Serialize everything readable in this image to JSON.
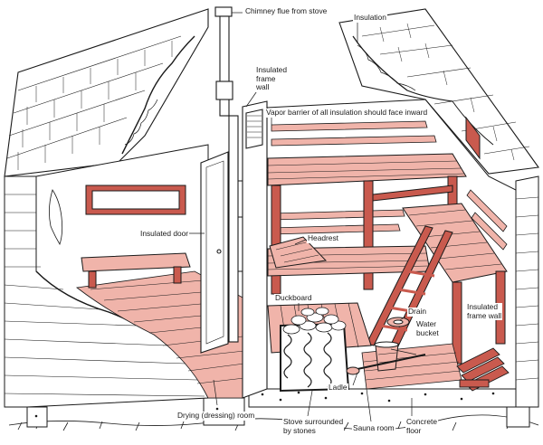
{
  "colors": {
    "wood": "#f0b4aa",
    "wood_dark": "#c95a4e",
    "ink": "#1a1a1a",
    "background": "#ffffff"
  },
  "labels": {
    "chimney": "Chimney flue from stove",
    "insulation": "Insulation",
    "insulated_frame_wall_top": "Insulated\nframe\nwall",
    "vapor_barrier": "Vapor barrier of all insulation should face inward",
    "insulated_door": "Insulated door",
    "headrest": "Headrest",
    "duckboard": "Duckboard",
    "drain": "Drain",
    "water_bucket": "Water\nbucket",
    "insulated_frame_wall_right": "Insulated\nframe wall",
    "ladle": "Ladle",
    "dressing_room": "Drying (dressing) room",
    "stove": "Stove surrounded\nby stones",
    "sauna_room": "Sauna room",
    "concrete_floor": "Concrete\nfloor"
  }
}
